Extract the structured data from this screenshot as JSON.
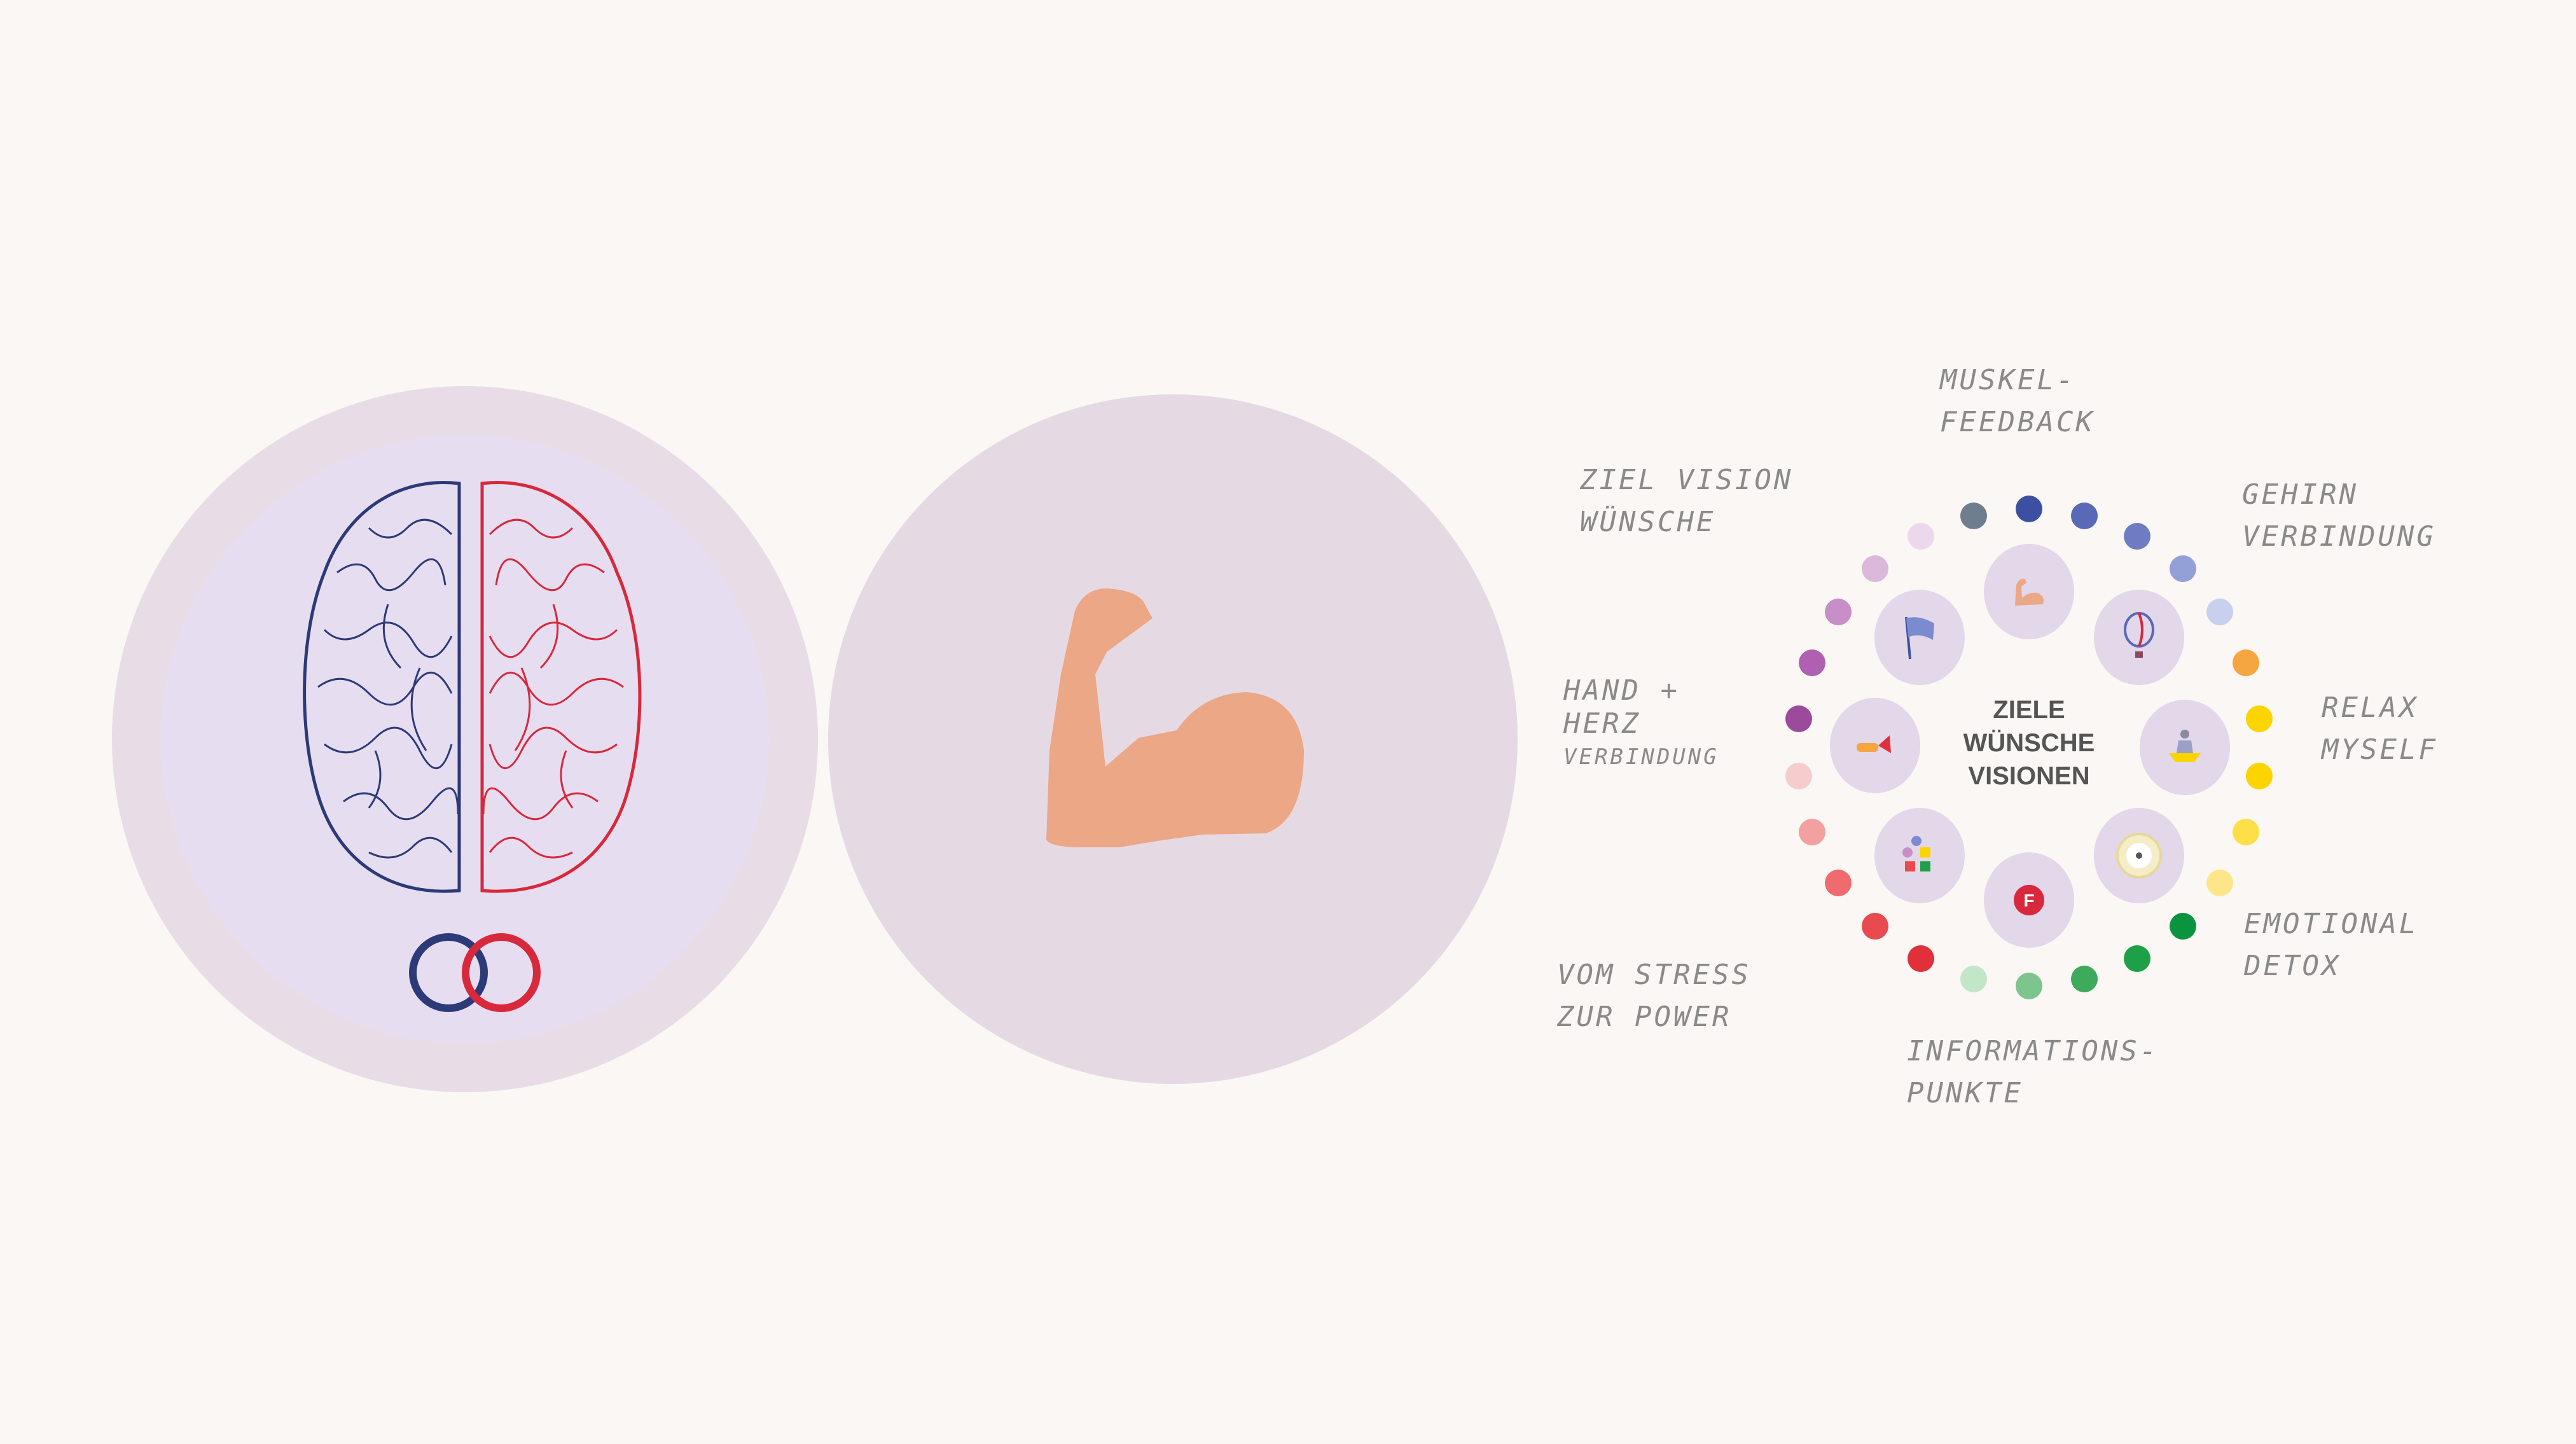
{
  "wheel": {
    "center_lines": [
      "ZIELE",
      "WÜNSCHE",
      "VISIONEN"
    ],
    "labels": [
      {
        "id": "muskel",
        "lines": [
          "MUSKEL-",
          "FEEDBACK"
        ]
      },
      {
        "id": "gehirn",
        "lines": [
          "GEHIRN",
          "VERBINDUNG"
        ]
      },
      {
        "id": "relax",
        "lines": [
          "RELAX",
          "MYSELF"
        ]
      },
      {
        "id": "emotional",
        "lines": [
          "EMOTIONAL",
          "DETOX"
        ]
      },
      {
        "id": "info",
        "lines": [
          "INFORMATIONS-",
          "PUNKTE"
        ]
      },
      {
        "id": "stress",
        "lines": [
          "VOM STRESS",
          "ZUR POWER"
        ]
      },
      {
        "id": "hand",
        "lines": [
          "HAND +",
          "HERZ",
          "VERBINDUNG"
        ]
      },
      {
        "id": "ziel",
        "lines": [
          "ZIEL VISION",
          "WÜNSCHE"
        ]
      }
    ],
    "icons": [
      "muscle-icon",
      "hot-air-balloon-icon",
      "meditation-icon",
      "target-icon",
      "info-point-icon",
      "blocks-icon",
      "hand-heart-icon",
      "flag-icon"
    ],
    "dot_colors": [
      "#3d4fa0",
      "#5a68b8",
      "#6f7cc4",
      "#93a0d8",
      "#c8d0ee",
      "#f5a640",
      "#fcd400",
      "#fcd400",
      "#fde047",
      "#fde68a",
      "#0a9440",
      "#1ea048",
      "#3daa5c",
      "#7dc48d",
      "#c4e6c8",
      "#e0303a",
      "#e84a50",
      "#ee6b6e",
      "#f3a0a0",
      "#f7cccc",
      "#9c4a9c",
      "#b060b0",
      "#c88ec8",
      "#dcb8dc",
      "#ecd8ec",
      "#6e7e8e"
    ]
  },
  "colors": {
    "background": "#faf7f4",
    "circle_outer": "#e8dde6",
    "circle_inner": "#e6def0",
    "brain_left": "#2d3a78",
    "brain_right": "#d8283c",
    "muscle": "#eca786"
  }
}
